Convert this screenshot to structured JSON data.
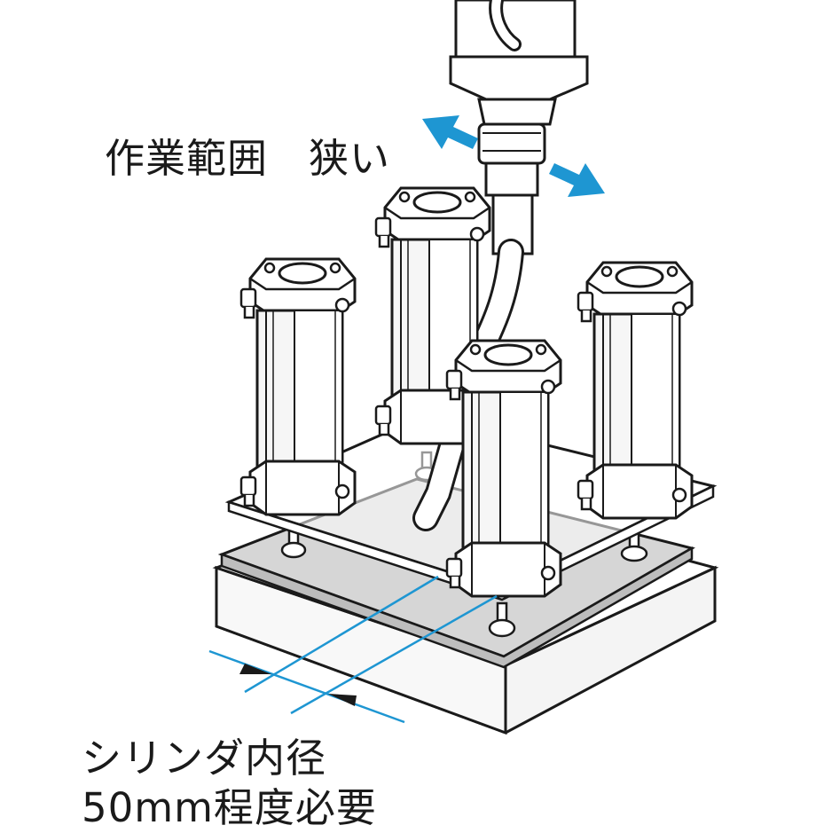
{
  "annotations": {
    "work_area": "作業範囲　狭い",
    "cylinder_line1": "シリンダ内径",
    "cylinder_line2": "50mm程度必要"
  },
  "colors": {
    "accent_blue": "#1e96d2",
    "outline": "#1a1a1a",
    "plate_gray": "#d6d6d6",
    "base_light": "#f4f4f4"
  },
  "icons": [
    "robot-arm-icon",
    "air-cylinder-icon",
    "movement-arrow-icon",
    "dimension-arrow-icon"
  ]
}
